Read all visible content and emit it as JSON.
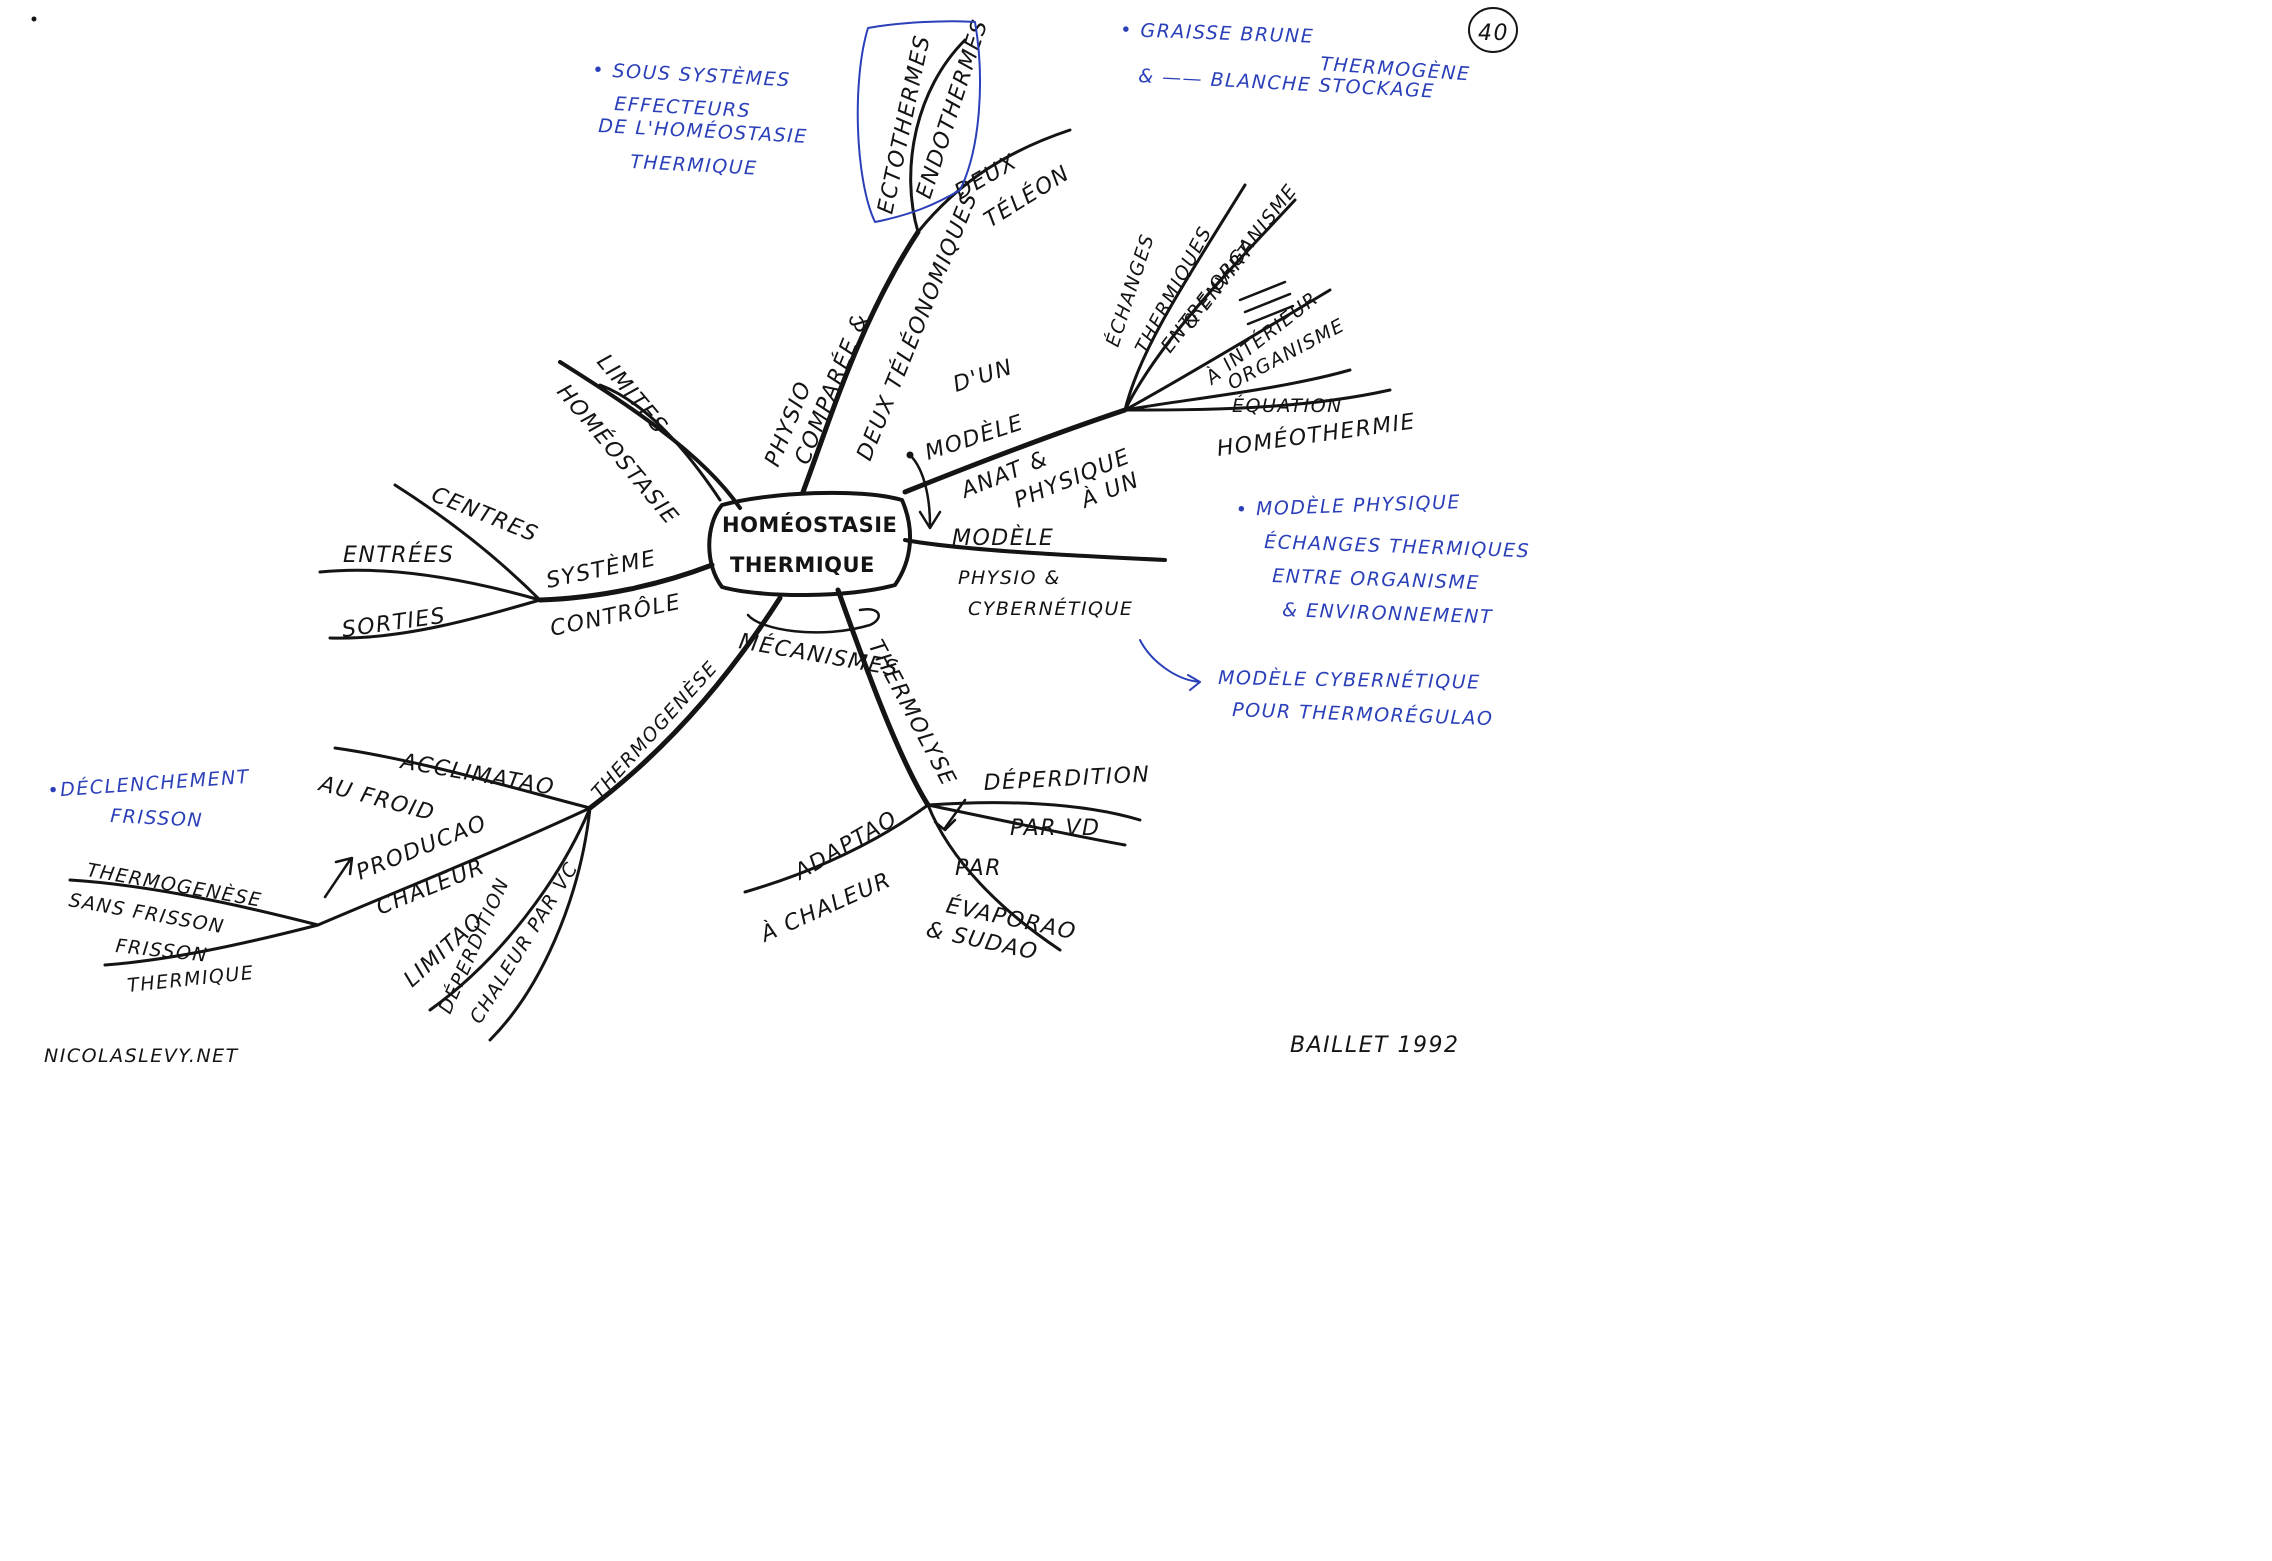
{
  "center": {
    "line1": "HOMÉOSTASIE",
    "line2": "THERMIQUE"
  },
  "branches": {
    "top": {
      "label_a": "PHYSIO",
      "label_b": "COMPARÉE &",
      "label_c": "DEUX",
      "label_d": "TÉLÉONOMIQUES",
      "deux_teleonomiques": "DEUX TÉLÉONOMIQUES",
      "deux": "DEUX",
      "teleon": "TÉLÉON",
      "ectothermes": "ECTOTHERMES",
      "endothermes": "ENDOTHERMES"
    },
    "upper_left": {
      "limites": "LIMITES",
      "homeostasie": "HOMÉOSTASIE"
    },
    "left": {
      "systeme": "SYSTÈME",
      "controle": "CONTRÔLE",
      "centres": "CENTRES",
      "entrees": "ENTRÉES",
      "sorties": "SORTIES"
    },
    "right": {
      "dun": "D'UN",
      "modele": "MODÈLE",
      "anat": "ANAT &",
      "physique": "PHYSIQUE",
      "a_un": "À UN",
      "modele2": "MODÈLE",
      "physio_cyber_1": "PHYSIO &",
      "physio_cyber_2": "CYBERNÉTIQUE",
      "echanges_1": "ÉCHANGES",
      "echanges_2": "THERMIQUES",
      "entre_1": "ENTRE ORGANISME",
      "entre_2": "& ENVIRT",
      "interieur_1": "À INTÉRIEUR",
      "interieur_2": "ORGANISME",
      "equation": "ÉQUATION",
      "homeothermie": "HOMÉOTHERMIE"
    },
    "bottom_left": {
      "mecanismes": "MÉCANISMES",
      "thermogenese": "THERMOGENÈSE",
      "acclimatao": "ACCLIMATAO",
      "au_froid": "AU FROID",
      "producao": "PRODUCAO",
      "chaleur": "CHALEUR",
      "thermo_sans_1": "THERMOGENÈSE",
      "thermo_sans_2": "SANS FRISSON",
      "frisson_1": "FRISSON",
      "frisson_2": "THERMIQUE",
      "limitao": "LIMITAO",
      "deperdition": "DÉPERDITION",
      "chaleur_vc": "CHALEUR PAR VC"
    },
    "bottom_right": {
      "thermolyse": "THERMOLYSE",
      "deperdition": "DÉPERDITION",
      "par_vd": "PAR VD",
      "adaptao": "ADAPTAO",
      "a_chaleur": "À CHALEUR",
      "par": "PAR",
      "evaporao": "ÉVAPORAO",
      "sudao": "& SUDAO"
    }
  },
  "notes": {
    "sous_systemes": [
      "• SOUS SYSTÈMES",
      "EFFECTEURS",
      "DE L'HOMÉOSTASIE",
      "THERMIQUE"
    ],
    "graisse": [
      "• GRAISSE BRUNE",
      "THERMOGÈNE",
      "& —— BLANCHE STOCKAGE"
    ],
    "modele_physique": [
      "• MODÈLE PHYSIQUE",
      "ÉCHANGES THERMIQUES",
      "ENTRE ORGANISME",
      "& ENVIRONNEMENT"
    ],
    "modele_cyber": [
      "MODÈLE CYBERNÉTIQUE",
      "POUR THERMORÉGULAO"
    ],
    "declenchement": [
      "•DÉCLENCHEMENT",
      "FRISSON"
    ]
  },
  "page_number": "40",
  "footer_left": "NICOLASLEVY.NET",
  "footer_right": "BAILLET 1992",
  "colors": {
    "ink": "#141414",
    "blue_pen": "#2a3fb8",
    "paper": "#ffffff"
  }
}
